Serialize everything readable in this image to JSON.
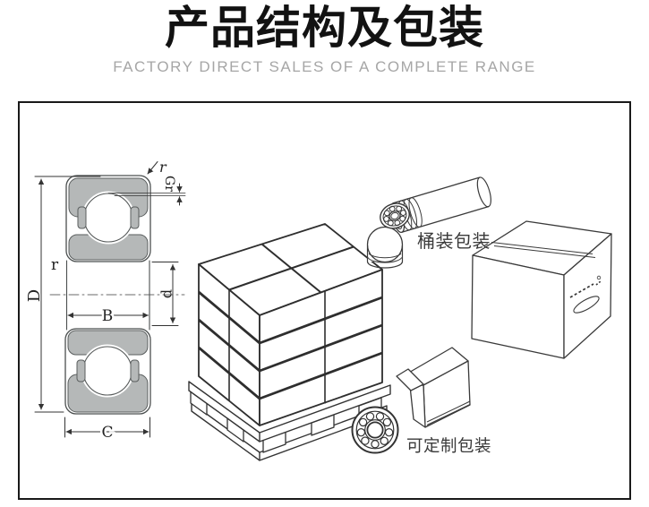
{
  "header": {
    "title": "产品结构及包装",
    "subtitle": "FACTORY DIRECT SALES OF A COMPLETE RANGE"
  },
  "diagram": {
    "bearing_dimensions": {
      "corner_radius_top": "r",
      "radial_clearance": "Gr",
      "corner_radius_inner": "r",
      "outer_diameter": "D",
      "inner_width": "B",
      "bore_diameter": "d",
      "outer_width": "C"
    },
    "packaging_labels": {
      "tube_packaging": "桶装包装",
      "custom_packaging": "可定制包装"
    }
  },
  "colors": {
    "title_text": "#121212",
    "subtitle_text": "#a6a6a6",
    "panel_border": "#191919",
    "line_art": "#3a3a3a",
    "bearing_ring_fill": "#b5b8b8"
  }
}
